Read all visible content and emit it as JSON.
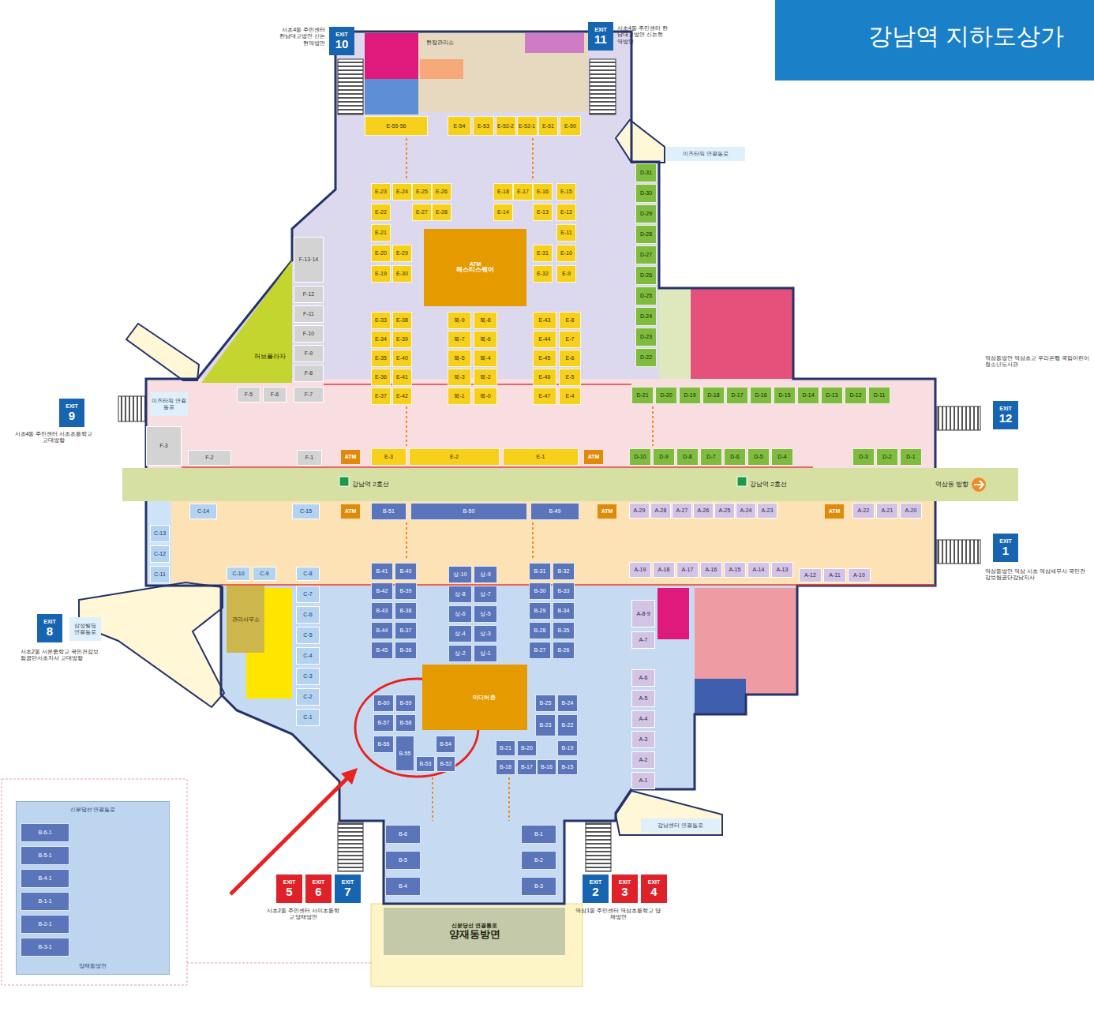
{
  "diagram": {
    "title": "강남역 지하도상가",
    "nodes": [
      {
        "text": [
          "EXIT",
          "10"
        ]
      },
      {
        "text": [
          "EXIT",
          "11"
        ]
      },
      {
        "text": [
          "E-55·56"
        ]
      },
      {
        "text": [
          "E-54"
        ]
      },
      {
        "text": [
          "E-53"
        ]
      },
      {
        "text": [
          "E-52-2"
        ]
      },
      {
        "text": [
          "E-52-1"
        ]
      },
      {
        "text": [
          "E-51"
        ]
      },
      {
        "text": [
          "E-50"
        ]
      },
      {
        "text": [
          "이즈타워 연결통로"
        ]
      },
      {
        "text": [
          "E-23"
        ]
      },
      {
        "text": [
          "E-22"
        ]
      },
      {
        "text": [
          "E-21"
        ]
      },
      {
        "text": [
          "E-20"
        ]
      },
      {
        "text": [
          "E-19"
        ]
      },
      {
        "text": [
          "E-24"
        ]
      },
      {
        "text": [
          "E-25"
        ]
      },
      {
        "text": [
          "E-26"
        ]
      },
      {
        "text": [
          "E-27"
        ]
      },
      {
        "text": [
          "E-28"
        ]
      },
      {
        "text": [
          "E-29"
        ]
      },
      {
        "text": [
          "E-30"
        ]
      },
      {
        "text": [
          "ATM",
          "헤스티스퀘어"
        ]
      },
      {
        "text": [
          "E-18"
        ]
      },
      {
        "text": [
          "E-17"
        ]
      },
      {
        "text": [
          "E-16"
        ]
      },
      {
        "text": [
          "E-15"
        ]
      },
      {
        "text": [
          "E-14"
        ]
      },
      {
        "text": [
          "E-13"
        ]
      },
      {
        "text": [
          "E-12"
        ]
      },
      {
        "text": [
          "E-11"
        ]
      },
      {
        "text": [
          "E-10"
        ]
      },
      {
        "text": [
          "E-9"
        ]
      },
      {
        "text": [
          "E-31"
        ]
      },
      {
        "text": [
          "E-32"
        ]
      },
      {
        "text": [
          "F-13·14"
        ]
      },
      {
        "text": [
          "F-12"
        ]
      },
      {
        "text": [
          "F-11"
        ]
      },
      {
        "text": [
          "F-10"
        ]
      },
      {
        "text": [
          "F-9"
        ]
      },
      {
        "text": [
          "F-8"
        ]
      },
      {
        "text": [
          "허브플라자"
        ]
      },
      {
        "text": [
          "D-31"
        ]
      },
      {
        "text": [
          "D-30"
        ]
      },
      {
        "text": [
          "D-29"
        ]
      },
      {
        "text": [
          "D-28"
        ]
      },
      {
        "text": [
          "D-27"
        ]
      },
      {
        "text": [
          "D-26"
        ]
      },
      {
        "text": [
          "D-25"
        ]
      },
      {
        "text": [
          "D-24"
        ]
      },
      {
        "text": [
          "D-23"
        ]
      },
      {
        "text": [
          "D-22"
        ]
      },
      {
        "text": [
          "E-33"
        ]
      },
      {
        "text": [
          "E-34"
        ]
      },
      {
        "text": [
          "E-35"
        ]
      },
      {
        "text": [
          "E-36"
        ]
      },
      {
        "text": [
          "E-37"
        ]
      },
      {
        "text": [
          "E-38"
        ]
      },
      {
        "text": [
          "E-39"
        ]
      },
      {
        "text": [
          "E-40"
        ]
      },
      {
        "text": [
          "E-41"
        ]
      },
      {
        "text": [
          "E-42"
        ]
      },
      {
        "text": [
          "북-9"
        ]
      },
      {
        "text": [
          "북-7"
        ]
      },
      {
        "text": [
          "북-5"
        ]
      },
      {
        "text": [
          "북-3"
        ]
      },
      {
        "text": [
          "북-8"
        ]
      },
      {
        "text": [
          "북-6"
        ]
      },
      {
        "text": [
          "북-4"
        ]
      },
      {
        "text": [
          "북-2"
        ]
      },
      {
        "text": [
          "북-1"
        ]
      },
      {
        "text": [
          "북-0"
        ]
      },
      {
        "text": [
          "E-43"
        ]
      },
      {
        "text": [
          "E-44"
        ]
      },
      {
        "text": [
          "E-45"
        ]
      },
      {
        "text": [
          "E-46"
        ]
      },
      {
        "text": [
          "E-47"
        ]
      },
      {
        "text": [
          "E-8"
        ]
      },
      {
        "text": [
          "E-7"
        ]
      },
      {
        "text": [
          "E-6"
        ]
      },
      {
        "text": [
          "E-5"
        ]
      },
      {
        "text": [
          "E-4"
        ]
      },
      {
        "text": [
          "이즈타워 연결통로"
        ]
      },
      {
        "text": [
          "EXIT",
          "9"
        ]
      },
      {
        "text": [
          "F-5"
        ]
      },
      {
        "text": [
          "F-6"
        ]
      },
      {
        "text": [
          "F-7"
        ]
      },
      {
        "text": [
          "D-21"
        ]
      },
      {
        "text": [
          "D-20"
        ]
      },
      {
        "text": [
          "D-19"
        ]
      },
      {
        "text": [
          "D-18"
        ]
      },
      {
        "text": [
          "D-17"
        ]
      },
      {
        "text": [
          "D-16"
        ]
      },
      {
        "text": [
          "D-15"
        ]
      },
      {
        "text": [
          "D-14"
        ]
      },
      {
        "text": [
          "D-13"
        ]
      },
      {
        "text": [
          "D-12"
        ]
      },
      {
        "text": [
          "D-11"
        ]
      },
      {
        "text": [
          "EXIT",
          "12"
        ]
      },
      {
        "text": [
          "F-3"
        ]
      },
      {
        "text": [
          "F-2"
        ]
      },
      {
        "text": [
          "F-1"
        ]
      },
      {
        "text": [
          "ATM"
        ]
      },
      {
        "text": [
          "E-3"
        ]
      },
      {
        "text": [
          "E-2"
        ]
      },
      {
        "text": [
          "E-1"
        ]
      },
      {
        "text": [
          "ATM"
        ]
      },
      {
        "text": [
          "D-10"
        ]
      },
      {
        "text": [
          "D-9"
        ]
      },
      {
        "text": [
          "D-8"
        ]
      },
      {
        "text": [
          "D-7"
        ]
      },
      {
        "text": [
          "D-6"
        ]
      },
      {
        "text": [
          "D-5"
        ]
      },
      {
        "text": [
          "D-4"
        ]
      },
      {
        "text": [
          "D-3"
        ]
      },
      {
        "text": [
          "D-2"
        ]
      },
      {
        "text": [
          "D-1"
        ]
      },
      {
        "text": [
          "C-14"
        ]
      },
      {
        "text": [
          "C-15"
        ]
      },
      {
        "text": [
          "ATM"
        ]
      },
      {
        "text": [
          "B-51"
        ]
      },
      {
        "text": [
          "B-50"
        ]
      },
      {
        "text": [
          "B-49"
        ]
      },
      {
        "text": [
          "ATM"
        ]
      },
      {
        "text": [
          "A-29"
        ]
      },
      {
        "text": [
          "A-28"
        ]
      },
      {
        "text": [
          "A-27"
        ]
      },
      {
        "text": [
          "A-26"
        ]
      },
      {
        "text": [
          "A-25"
        ]
      },
      {
        "text": [
          "A-24"
        ]
      },
      {
        "text": [
          "A-23"
        ]
      },
      {
        "text": [
          "ATM"
        ]
      },
      {
        "text": [
          "A-22"
        ]
      },
      {
        "text": [
          "A-21"
        ]
      },
      {
        "text": [
          "A-20"
        ]
      },
      {
        "text": [
          "EXIT",
          "1"
        ]
      },
      {
        "text": [
          "C-13"
        ]
      },
      {
        "text": [
          "C-12"
        ]
      },
      {
        "text": [
          "C-11"
        ]
      },
      {
        "text": [
          "A-19"
        ]
      },
      {
        "text": [
          "A-18"
        ]
      },
      {
        "text": [
          "A-17"
        ]
      },
      {
        "text": [
          "A-16"
        ]
      },
      {
        "text": [
          "A-15"
        ]
      },
      {
        "text": [
          "A-14"
        ]
      },
      {
        "text": [
          "A-13"
        ]
      },
      {
        "text": [
          "A-12"
        ]
      },
      {
        "text": [
          "A-11"
        ]
      },
      {
        "text": [
          "A-10"
        ]
      },
      {
        "text": [
          "C-10"
        ]
      },
      {
        "text": [
          "C-9"
        ]
      },
      {
        "text": [
          "C-8"
        ]
      },
      {
        "text": [
          "C-7"
        ]
      },
      {
        "text": [
          "C-6"
        ]
      },
      {
        "text": [
          "C-5"
        ]
      },
      {
        "text": [
          "C-4"
        ]
      },
      {
        "text": [
          "C-3"
        ]
      },
      {
        "text": [
          "C-2"
        ]
      },
      {
        "text": [
          "C-1"
        ]
      },
      {
        "text": [
          "관리사무소"
        ]
      },
      {
        "text": [
          "EXIT",
          "8"
        ]
      },
      {
        "text": [
          "삼성빌딩 연결통로"
        ]
      },
      {
        "text": [
          "B-41"
        ]
      },
      {
        "text": [
          "B-42"
        ]
      },
      {
        "text": [
          "B-43"
        ]
      },
      {
        "text": [
          "B-44"
        ]
      },
      {
        "text": [
          "B-45"
        ]
      },
      {
        "text": [
          "B-40"
        ]
      },
      {
        "text": [
          "B-39"
        ]
      },
      {
        "text": [
          "B-38"
        ]
      },
      {
        "text": [
          "B-37"
        ]
      },
      {
        "text": [
          "B-36"
        ]
      },
      {
        "text": [
          "상-10"
        ]
      },
      {
        "text": [
          "상-8"
        ]
      },
      {
        "text": [
          "상-6"
        ]
      },
      {
        "text": [
          "상-4"
        ]
      },
      {
        "text": [
          "상-2"
        ]
      },
      {
        "text": [
          "상-9"
        ]
      },
      {
        "text": [
          "상-7"
        ]
      },
      {
        "text": [
          "상-5"
        ]
      },
      {
        "text": [
          "상-3"
        ]
      },
      {
        "text": [
          "상-1"
        ]
      },
      {
        "text": [
          "B-31"
        ]
      },
      {
        "text": [
          "B-30"
        ]
      },
      {
        "text": [
          "B-29"
        ]
      },
      {
        "text": [
          "B-28"
        ]
      },
      {
        "text": [
          "B-27"
        ]
      },
      {
        "text": [
          "B-32"
        ]
      },
      {
        "text": [
          "B-33"
        ]
      },
      {
        "text": [
          "B-34"
        ]
      },
      {
        "text": [
          "B-35"
        ]
      },
      {
        "text": [
          "B-26"
        ]
      },
      {
        "text": [
          "A-8·9"
        ]
      },
      {
        "text": [
          "A-7"
        ]
      },
      {
        "text": [
          "A-6"
        ]
      },
      {
        "text": [
          "A-5"
        ]
      },
      {
        "text": [
          "A-4"
        ]
      },
      {
        "text": [
          "A-3"
        ]
      },
      {
        "text": [
          "A-2"
        ]
      },
      {
        "text": [
          "A-1"
        ]
      },
      {
        "text": [
          "미디어 존"
        ]
      },
      {
        "text": [
          "B-60"
        ]
      },
      {
        "text": [
          "B-59"
        ]
      },
      {
        "text": [
          "B-57"
        ]
      },
      {
        "text": [
          "B-58"
        ]
      },
      {
        "text": [
          "B-56"
        ]
      },
      {
        "text": [
          "B-55"
        ]
      },
      {
        "text": [
          "B-54"
        ]
      },
      {
        "text": [
          "B-53"
        ]
      },
      {
        "text": [
          "B-52"
        ]
      },
      {
        "text": [
          "B-25"
        ]
      },
      {
        "text": [
          "B-24"
        ]
      },
      {
        "text": [
          "B-23"
        ]
      },
      {
        "text": [
          "B-22"
        ]
      },
      {
        "text": [
          "B-21"
        ]
      },
      {
        "text": [
          "B-20"
        ]
      },
      {
        "text": [
          "B-19"
        ]
      },
      {
        "text": [
          "B-18"
        ]
      },
      {
        "text": [
          "B-17"
        ]
      },
      {
        "text": [
          "B-16"
        ]
      },
      {
        "text": [
          "B-15"
        ]
      },
      {
        "text": [
          "강남센터 연결통로"
        ]
      },
      {
        "text": [
          "B-6"
        ]
      },
      {
        "text": [
          "B-1"
        ]
      },
      {
        "text": [
          "B-5"
        ]
      },
      {
        "text": [
          "B-2"
        ]
      },
      {
        "text": [
          "B-4"
        ]
      },
      {
        "text": [
          "B-3"
        ]
      },
      {
        "text": [
          "EXIT",
          "5"
        ]
      },
      {
        "text": [
          "EXIT",
          "6"
        ]
      },
      {
        "text": [
          "EXIT",
          "7"
        ]
      },
      {
        "text": [
          "EXIT",
          "2"
        ]
      },
      {
        "text": [
          "EXIT",
          "3"
        ]
      },
      {
        "text": [
          "EXIT",
          "4"
        ]
      },
      {
        "text": [
          "신분당선 연결통로",
          "양재동방면"
        ]
      },
      {
        "text": [
          "신분당선 연결통로",
          "양재동방면"
        ]
      },
      {
        "text": [
          "B-6-1"
        ],
        "in": 235
      },
      {
        "text": [
          "B-5-1"
        ],
        "in": 235
      },
      {
        "text": [
          "B-4-1"
        ],
        "in": 235
      },
      {
        "text": [
          "B-1-1"
        ],
        "in": 235
      },
      {
        "text": [
          "B-2-1"
        ],
        "in": 235
      },
      {
        "text": [
          "B-3-1"
        ],
        "in": 235
      }
    ],
    "labels": [
      "현장관리소",
      "서초4동 주민센터 한남대교방면 신논현역방면",
      "서초4동 주민센터 한남대교방면 신논현역방면",
      "역삼동방면 역삼초교 우리은행 국립어린이 청소년도서관",
      "서초4동 주민센터 서초초등학교 교대방향",
      "강남역 2호선",
      "강남역 2호선",
      "역삼동 방향",
      "역삼동방면 역삼 서초 역삼세무서 국민건강보험공단강남지사",
      "서초2동 서운중학교 국민건강보험공단서초지사 교대방향",
      "서초2동 주민센터 서이초등학교 양재방면",
      "역삼1동 주민센터 역삼초등학교 양재방면"
    ]
  }
}
